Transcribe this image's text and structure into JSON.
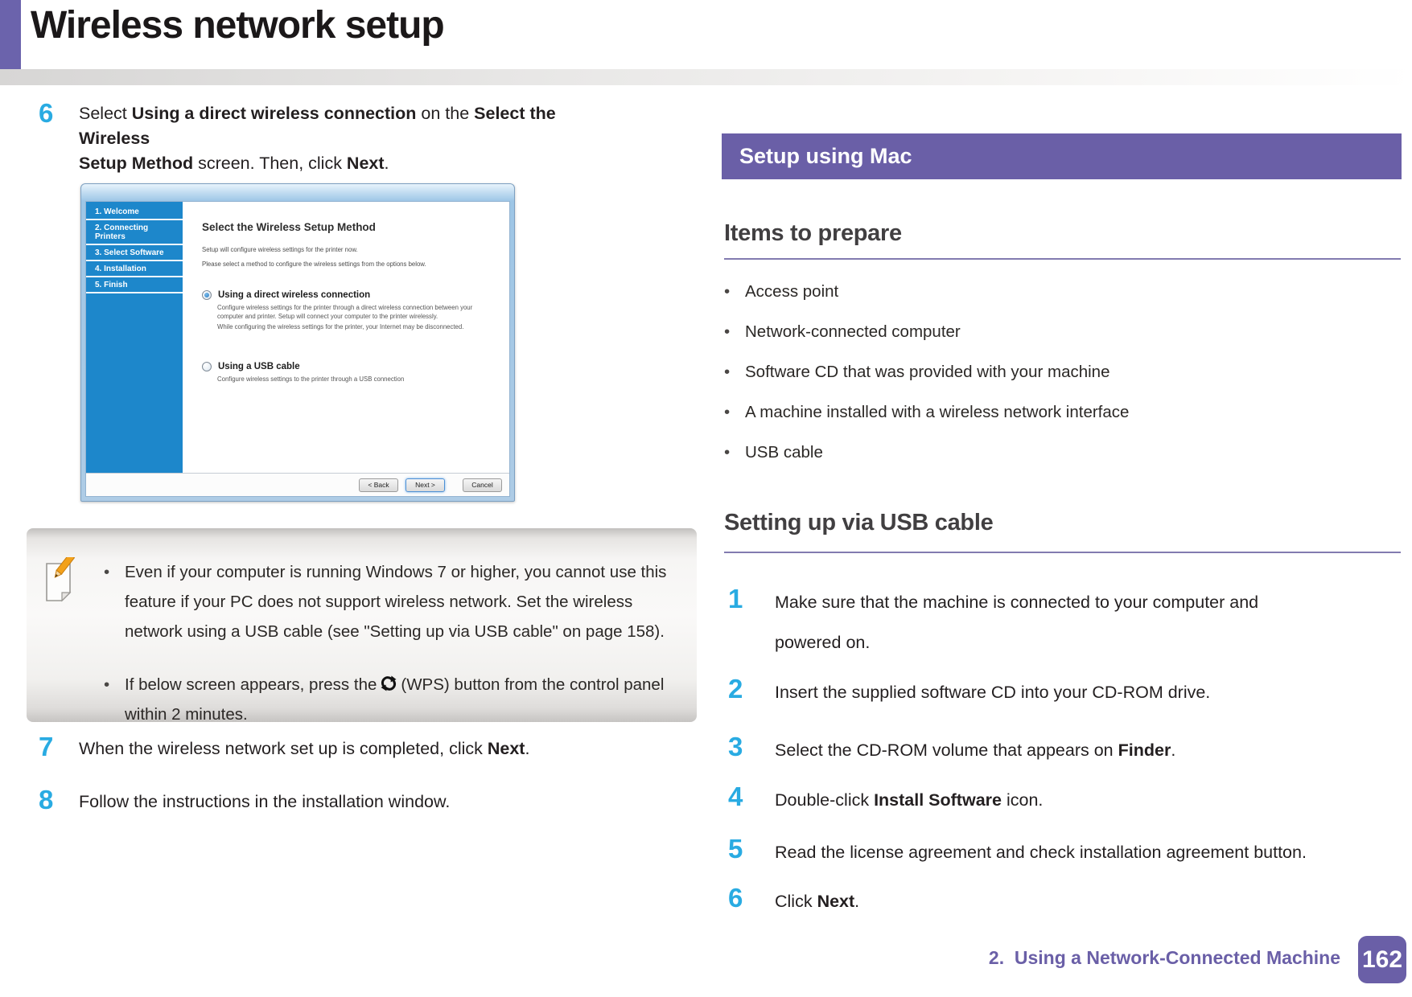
{
  "colors": {
    "accent_purple": "#6a5fa7",
    "header_bar_purple": "#6b63ac",
    "step_number_cyan": "#29abe2",
    "wizard_sidebar_blue": "#1d87cb"
  },
  "header": {
    "title": "Wireless network setup"
  },
  "left": {
    "step6": {
      "number": "6",
      "segments": [
        {
          "t": "Select "
        },
        {
          "t": "Using a direct wireless connection",
          "b": true
        },
        {
          "t": " on the "
        },
        {
          "t": "Select the Wireless",
          "b": true
        },
        {
          "br": true
        },
        {
          "t": "Setup Method",
          "b": true
        },
        {
          "t": " screen. Then, click "
        },
        {
          "t": "Next",
          "b": true
        },
        {
          "t": "."
        }
      ]
    },
    "note": {
      "bullet1": "Even if your computer is running Windows 7 or higher, you cannot use this feature if your PC does not support wireless network. Set the wireless network using a USB cable (see \"Setting up via USB cable\" on page 158).",
      "bullet2_pre": "If below screen appears, press the",
      "bullet2_post": "(WPS) button from the control panel within 2 minutes."
    },
    "step7": {
      "number": "7",
      "segments": [
        {
          "t": "When the wireless network set up is completed, click "
        },
        {
          "t": "Next",
          "b": true
        },
        {
          "t": "."
        }
      ]
    },
    "step8": {
      "number": "8",
      "segments": [
        {
          "t": "Follow the instructions in the installation window."
        }
      ]
    }
  },
  "wizard": {
    "sidebar": [
      "1. Welcome",
      "2. Connecting Printers",
      "3. Select Software",
      "4. Installation",
      "5. Finish"
    ],
    "title": "Select the Wireless Setup Method",
    "intro1": "Setup will configure wireless settings for the printer now.",
    "intro2": "Please select a method to configure the wireless settings from the options below.",
    "option1": {
      "label": "Using a direct wireless connection",
      "desc1": "Configure wireless settings for the printer through a direct wireless connection between your computer and printer. Setup will connect your computer to the printer wirelessly.",
      "desc2": "While configuring the wireless settings for the printer, your Internet may be disconnected."
    },
    "option2": {
      "label": "Using a USB cable",
      "desc1": "Configure wireless settings to the printer through a USB connection"
    },
    "buttons": {
      "back": "< Back",
      "next": "Next >",
      "cancel": "Cancel"
    }
  },
  "right": {
    "banner": "Setup using Mac",
    "items_heading": "Items to prepare",
    "items": [
      "Access point",
      "Network-connected computer",
      "Software CD that was provided with your machine",
      "A machine installed with a wireless network interface",
      "USB cable"
    ],
    "usb_heading": "Setting up via USB cable",
    "steps": [
      {
        "number": "1",
        "segments": [
          {
            "t": "Make sure that the machine is connected to your computer and"
          },
          {
            "br": true
          },
          {
            "t": "powered on."
          }
        ]
      },
      {
        "number": "2",
        "segments": [
          {
            "t": "Insert the supplied software CD into your CD-ROM drive."
          }
        ]
      },
      {
        "number": "3",
        "segments": [
          {
            "t": "Select the CD-ROM volume that appears on "
          },
          {
            "t": "Finder",
            "b": true
          },
          {
            "t": "."
          }
        ]
      },
      {
        "number": "4",
        "segments": [
          {
            "t": "Double-click "
          },
          {
            "t": "Install Software",
            "b": true
          },
          {
            "t": " icon."
          }
        ]
      },
      {
        "number": "5",
        "segments": [
          {
            "t": "Read the license agreement and check installation agreement button."
          }
        ]
      },
      {
        "number": "6",
        "segments": [
          {
            "t": "Click "
          },
          {
            "t": "Next",
            "b": true
          },
          {
            "t": "."
          }
        ]
      }
    ]
  },
  "footer": {
    "chapter": "2.  Using a Network-Connected Machine",
    "page_number": "162"
  }
}
